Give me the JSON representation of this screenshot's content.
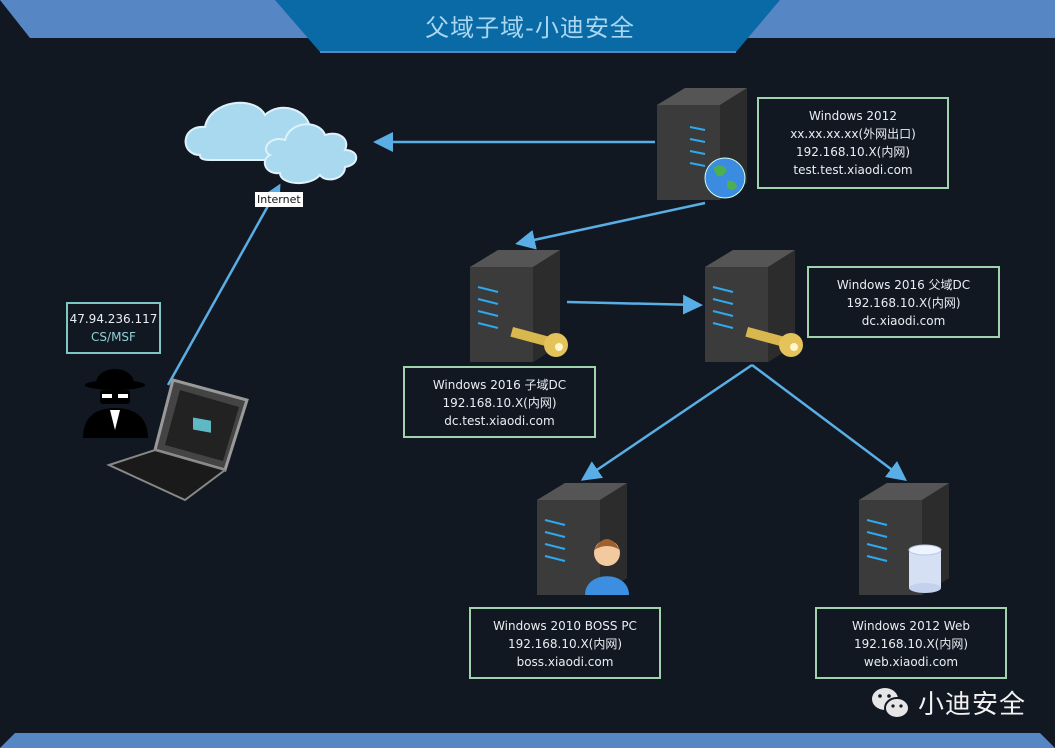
{
  "title": "父域子域-小迪安全",
  "colors": {
    "background": "#111822",
    "banner_light": "#5786c4",
    "banner_dark": "#0a6aa5",
    "link": "#5aaee6",
    "box_border": "#9fd2ad"
  },
  "cloud": {
    "label": "Internet",
    "icon": "cloud-icon"
  },
  "attacker": {
    "ip": "47.94.236.117",
    "tool": "CS/MSF",
    "icons": [
      "hacker-icon",
      "laptop-icon"
    ]
  },
  "nodes": [
    {
      "id": "gateway",
      "icon": "server-globe-icon",
      "lines": [
        "Windows 2012",
        "xx.xx.xx.xx(外网出口)",
        "192.168.10.X(内网)",
        "test.test.xiaodi.com"
      ]
    },
    {
      "id": "child-dc",
      "icon": "server-key-icon",
      "lines": [
        "Windows 2016 子域DC",
        "192.168.10.X(内网)",
        "dc.test.xiaodi.com"
      ]
    },
    {
      "id": "parent-dc",
      "icon": "server-key-icon",
      "lines": [
        "Windows 2016 父域DC",
        "192.168.10.X(内网)",
        "dc.xiaodi.com"
      ]
    },
    {
      "id": "boss-pc",
      "icon": "server-user-icon",
      "lines": [
        "Windows 2010 BOSS PC",
        "192.168.10.X(内网)",
        "boss.xiaodi.com"
      ]
    },
    {
      "id": "web",
      "icon": "server-database-icon",
      "lines": [
        "Windows 2012 Web",
        "192.168.10.X(内网)",
        "web.xiaodi.com"
      ]
    }
  ],
  "edges": [
    {
      "from": "attacker",
      "to": "internet"
    },
    {
      "from": "gateway",
      "to": "internet"
    },
    {
      "from": "gateway",
      "to": "child-dc"
    },
    {
      "from": "child-dc",
      "to": "parent-dc"
    },
    {
      "from": "parent-dc",
      "to": "boss-pc"
    },
    {
      "from": "parent-dc",
      "to": "web"
    }
  ],
  "watermark": {
    "icon": "wechat-icon",
    "text": "小迪安全"
  }
}
